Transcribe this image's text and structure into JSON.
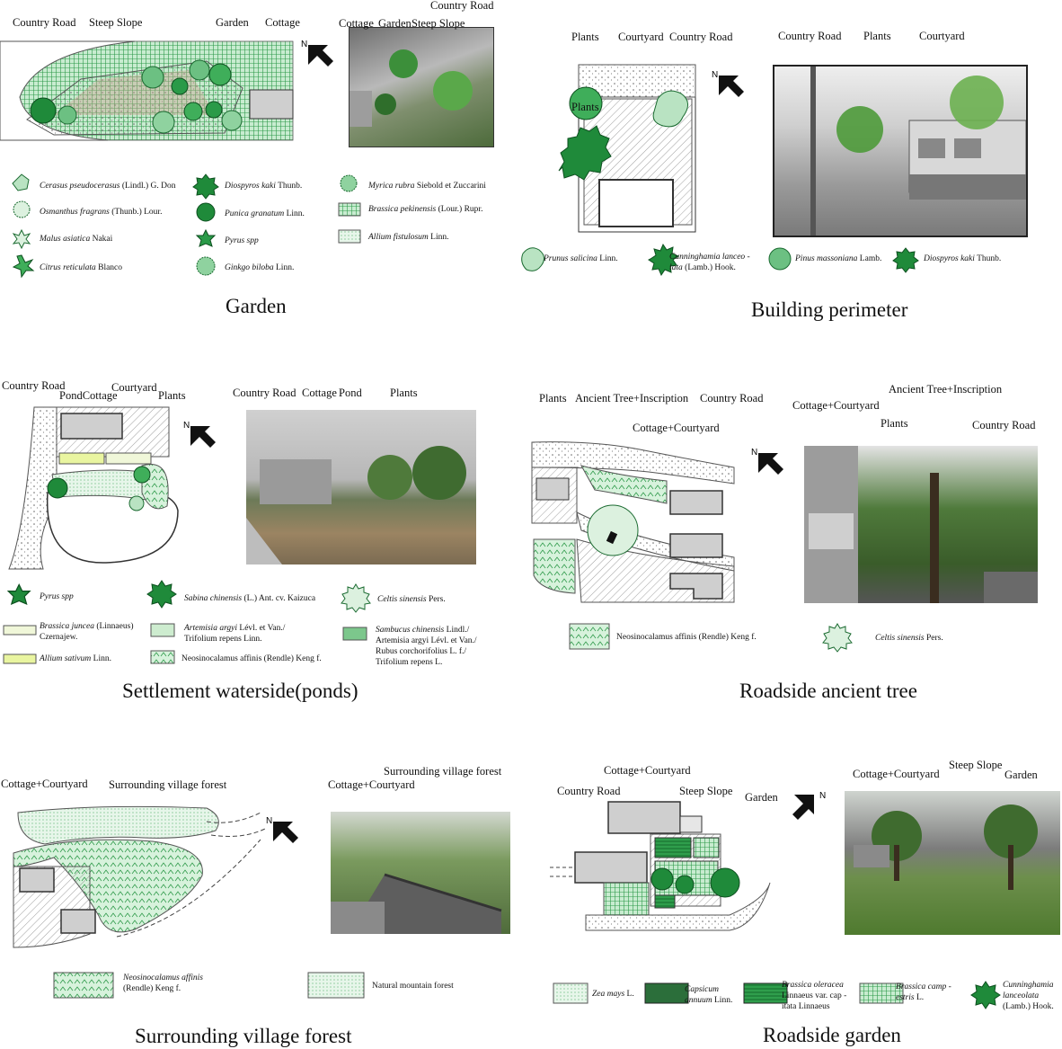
{
  "colors": {
    "green_dark": "#1f8a3a",
    "green_mid": "#3fae5a",
    "green_light": "#b9e3c2",
    "green_pale": "#dcf1df",
    "gray": "#cfcfcf",
    "gray_dark": "#8c8c8c"
  },
  "panels": {
    "garden": {
      "caption": "Garden",
      "plan_labels": [
        "Country Road",
        "Steep Slope",
        "Garden",
        "Cottage"
      ],
      "photo_labels": [
        "Cottage",
        "Garden",
        "Steep Slope",
        "Country Road"
      ],
      "legend": [
        {
          "sci": "Cerasus pseudocerasus",
          "auth": "(Lindl.) G. Don",
          "icon": "cherry-icon"
        },
        {
          "sci": "Osmanthus fragrans",
          "auth": "(Thunb.) Lour.",
          "icon": "osmanthus-icon"
        },
        {
          "sci": "Malus asiatica",
          "auth": "Nakai",
          "icon": "malus-icon"
        },
        {
          "sci": "Citrus reticulata",
          "auth": "Blanco",
          "icon": "citrus-icon"
        },
        {
          "sci": "Diospyros kaki",
          "auth": "Thunb.",
          "icon": "persimmon-icon"
        },
        {
          "sci": "Punica granatum",
          "auth": "Linn.",
          "icon": "pomegranate-icon"
        },
        {
          "sci": "Pyrus spp",
          "auth": "",
          "icon": "pear-icon"
        },
        {
          "sci": "Ginkgo biloba",
          "auth": "Linn.",
          "icon": "ginkgo-icon"
        },
        {
          "sci": "Myrica rubra",
          "auth": "Siebold et Zuccarini",
          "icon": "bayberry-icon"
        },
        {
          "sci": "Brassica pekinensis",
          "auth": "(Lour.) Rupr.",
          "icon": "cabbage-swatch-icon"
        },
        {
          "sci": "Allium fistulosum",
          "auth": "Linn.",
          "icon": "onion-swatch-icon"
        }
      ]
    },
    "building": {
      "caption": "Building perimeter",
      "plan_labels": [
        "Plants",
        "Courtyard",
        "Country Road",
        "Plants"
      ],
      "photo_labels": [
        "Country Road",
        "Plants",
        "Courtyard"
      ],
      "legend": [
        {
          "sci": "Prunus salicina",
          "auth": "Linn.",
          "icon": "plum-icon"
        },
        {
          "sci": "Cunninghamia lanceo - lata",
          "auth": "(Lamb.) Hook.",
          "icon": "fir-icon"
        },
        {
          "sci": "Pinus massoniana",
          "auth": "Lamb.",
          "icon": "pine-icon"
        },
        {
          "sci": "Diospyros kaki",
          "auth": "Thunb.",
          "icon": "persimmon-icon"
        }
      ]
    },
    "waterside": {
      "caption": "Settlement waterside(ponds)",
      "plan_labels": [
        "Country Road",
        "PondCottage",
        "Courtyard",
        "Plants"
      ],
      "photo_labels": [
        "Country Road",
        "Cottage",
        "Pond",
        "Plants"
      ],
      "legend": [
        {
          "sci": "Pyrus spp",
          "auth": "",
          "icon": "pear-icon"
        },
        {
          "sci": "Sabina chinensis",
          "auth": "(L.) Ant. cv. Kaizuca",
          "icon": "juniper-icon"
        },
        {
          "sci": "Celtis sinensis",
          "auth": "Pers.",
          "icon": "hackberry-icon"
        },
        {
          "sci": "Brassica juncea",
          "auth": "(Linnaeus) Czernajew.",
          "icon": "mustard-swatch-icon"
        },
        {
          "sci": "Artemisia argyi",
          "auth": "Lévl. et Van./ Trifolium repens Linn.",
          "icon": "mugwort-swatch-icon"
        },
        {
          "sci": "Sambucus chinensis",
          "auth": "Lindl./ Artemisia argyi Lévl. et Van./ Rubus corchorifolius L. f./ Trifolium repens L.",
          "icon": "sambucus-swatch-icon"
        },
        {
          "sci": "Allium sativum",
          "auth": "Linn.",
          "icon": "garlic-swatch-icon"
        },
        {
          "sci": "",
          "auth": "Neosinocalamus affinis  (Rendle) Keng f.",
          "icon": "bamboo-swatch-icon"
        }
      ]
    },
    "ancient": {
      "caption": "Roadside ancient tree",
      "plan_labels": [
        "Plants",
        "Ancient Tree+Inscription",
        "Country Road",
        "Cottage+Courtyard"
      ],
      "photo_labels": [
        "Cottage+Courtyard",
        "Ancient Tree+Inscription",
        "Plants",
        "Country Road"
      ],
      "legend": [
        {
          "sci": "",
          "auth": "Neosinocalamus affinis  (Rendle) Keng f.",
          "icon": "bamboo-swatch-icon"
        },
        {
          "sci": "Celtis sinensis",
          "auth": "Pers.",
          "icon": "hackberry-icon"
        }
      ]
    },
    "forest": {
      "caption": "Surrounding village forest",
      "plan_labels": [
        "Cottage+Courtyard",
        "Surrounding village forest"
      ],
      "photo_labels": [
        "Surrounding village forest",
        "Cottage+Courtyard"
      ],
      "legend": [
        {
          "sci": "Neosinocalamus affinis",
          "auth": "(Rendle) Keng f.",
          "icon": "bamboo-swatch-icon"
        },
        {
          "sci": "",
          "auth": "Natural mountain forest",
          "icon": "forest-swatch-icon"
        }
      ]
    },
    "roadgarden": {
      "caption": "Roadside garden",
      "plan_labels": [
        "Cottage+Courtyard",
        "Country Road",
        "Steep Slope",
        "Garden"
      ],
      "photo_labels": [
        "Cottage+Courtyard",
        "Steep Slope",
        "Garden"
      ],
      "legend": [
        {
          "sci": "Zea mays",
          "auth": "L.",
          "icon": "maize-swatch-icon"
        },
        {
          "sci": "Capsicum annuum",
          "auth": "Linn.",
          "icon": "pepper-swatch-icon"
        },
        {
          "sci": "Brassica oleracea",
          "auth": "Linnaeus var. cap - itata Linnaeus",
          "icon": "cabbage-swatch-icon"
        },
        {
          "sci": "Brassica camp - estris",
          "auth": "L.",
          "icon": "rape-swatch-icon"
        },
        {
          "sci": "Cunninghamia lanceolata",
          "auth": "(Lamb.) Hook.",
          "icon": "fir-icon"
        }
      ]
    }
  },
  "north_label": "N"
}
